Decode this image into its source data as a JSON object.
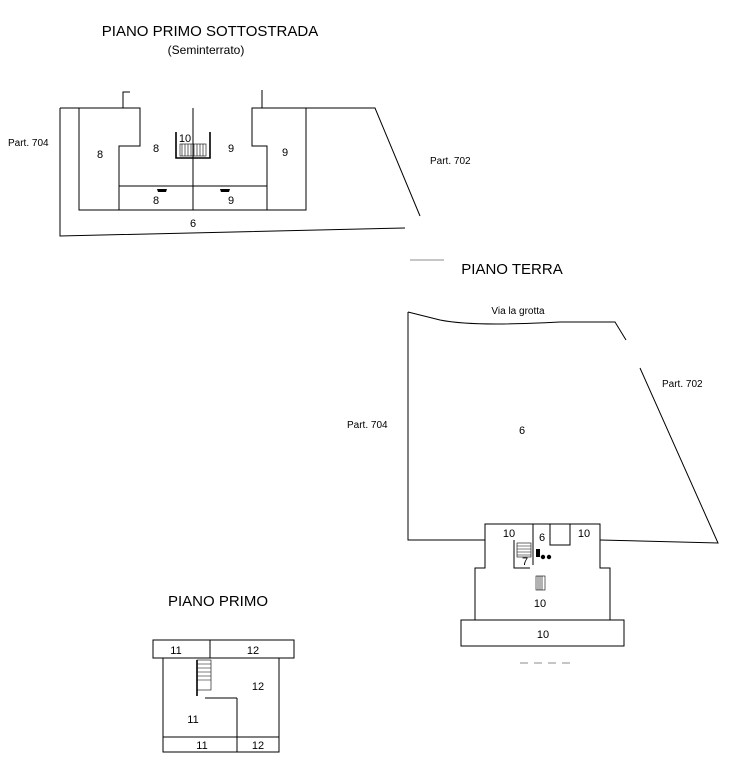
{
  "seminterrato": {
    "title": "PIANO PRIMO SOTTOSTRADA",
    "subtitle": "(Seminterrato)",
    "part_left": "Part. 704",
    "part_right": "Part. 702",
    "rooms": [
      "8",
      "8",
      "10",
      "9",
      "9",
      "8",
      "9",
      "6"
    ]
  },
  "terra": {
    "title": "PIANO TERRA",
    "street": "Via la grotta",
    "part_left": "Part. 704",
    "part_right": "Part. 702",
    "rooms": [
      "6",
      "10",
      "6",
      "10",
      "7",
      "10",
      "10"
    ]
  },
  "primo": {
    "title": "PIANO PRIMO",
    "rooms": [
      "11",
      "12",
      "12",
      "11",
      "11",
      "12"
    ]
  }
}
